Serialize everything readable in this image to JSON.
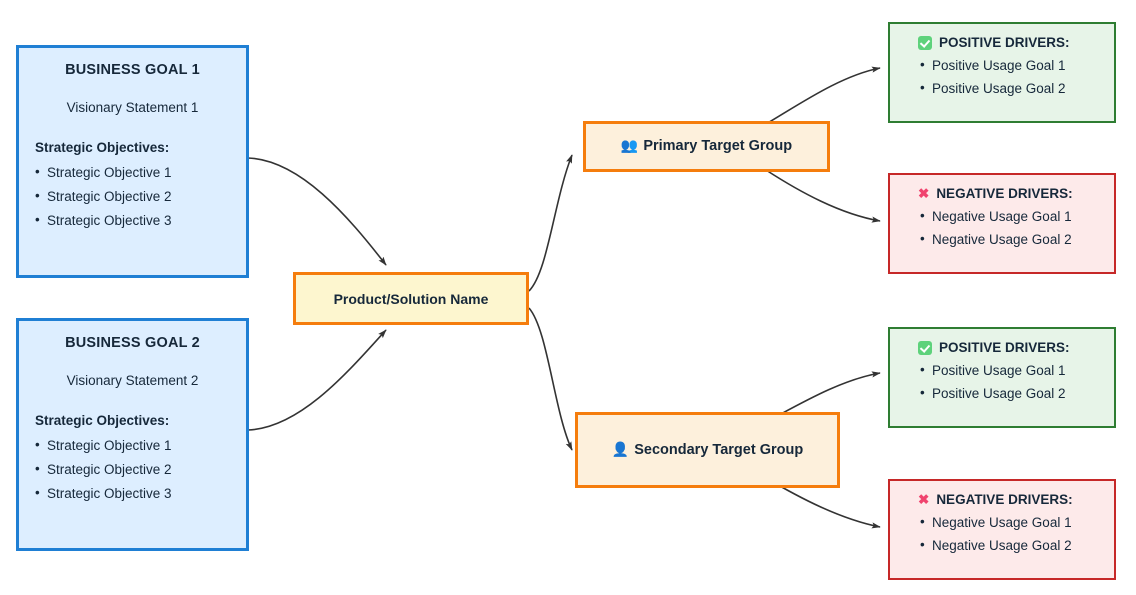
{
  "diagram": {
    "background_color": "#ffffff",
    "edge_color": "#333333",
    "goals": [
      {
        "title": "BUSINESS GOAL 1",
        "vision": "Visionary Statement 1",
        "objectives_label": "Strategic Objectives:",
        "objectives": [
          "Strategic Objective 1",
          "Strategic Objective 2",
          "Strategic Objective 3"
        ],
        "border_color": "#1f7fd4",
        "fill_color": "#ddeeff"
      },
      {
        "title": "BUSINESS GOAL 2",
        "vision": "Visionary Statement 2",
        "objectives_label": "Strategic Objectives:",
        "objectives": [
          "Strategic Objective 1",
          "Strategic Objective 2",
          "Strategic Objective 3"
        ],
        "border_color": "#1f7fd4",
        "fill_color": "#ddeeff"
      }
    ],
    "product": {
      "label": "Product/Solution Name",
      "border_color": "#f57d0d",
      "fill_color": "#fdf6cf"
    },
    "target_groups": [
      {
        "label": "Primary Target Group",
        "icon": "two-people-icon",
        "icon_glyph": "👥",
        "icon_color": "#5b2d8e",
        "border_color": "#f57d0d",
        "fill_color": "#fdf0dc"
      },
      {
        "label": "Secondary Target Group",
        "icon": "person-icon",
        "icon_glyph": "👤",
        "icon_color": "#5b2d8e",
        "border_color": "#f57d0d",
        "fill_color": "#fdf0dc"
      }
    ],
    "drivers": [
      {
        "kind": "positive",
        "heading": "POSITIVE DRIVERS:",
        "icon": "check-box-icon",
        "items": [
          "Positive Usage Goal 1",
          "Positive Usage Goal 2"
        ],
        "border_color": "#2e7d32",
        "fill_color": "#e7f4e8"
      },
      {
        "kind": "negative",
        "heading": "NEGATIVE DRIVERS:",
        "icon": "cross-mark-icon",
        "icon_glyph": "✖",
        "items": [
          "Negative Usage Goal 1",
          "Negative Usage Goal 2"
        ],
        "border_color": "#c62828",
        "fill_color": "#fdeaea"
      },
      {
        "kind": "positive",
        "heading": "POSITIVE DRIVERS:",
        "icon": "check-box-icon",
        "items": [
          "Positive Usage Goal 1",
          "Positive Usage Goal 2"
        ],
        "border_color": "#2e7d32",
        "fill_color": "#e7f4e8"
      },
      {
        "kind": "negative",
        "heading": "NEGATIVE DRIVERS:",
        "icon": "cross-mark-icon",
        "icon_glyph": "✖",
        "items": [
          "Negative Usage Goal 1",
          "Negative Usage Goal 2"
        ],
        "border_color": "#c62828",
        "fill_color": "#fdeaea"
      }
    ]
  }
}
